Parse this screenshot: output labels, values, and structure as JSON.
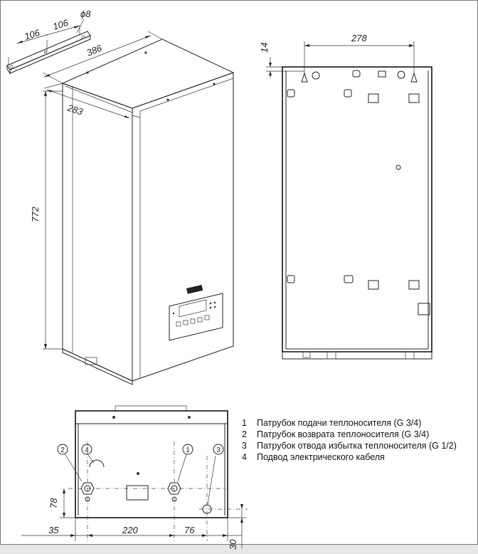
{
  "dimensions": {
    "bracket_spacing_1": "106",
    "bracket_spacing_2": "106",
    "bracket_hole_diameter": "ϕ8",
    "width": "386",
    "depth": "283",
    "height": "772",
    "mount_hole_spacing": "278",
    "mount_offset": "14",
    "bottom_height": "78",
    "left_offset": "35",
    "pipe_spacing": "220",
    "drain_offset": "76",
    "drain_height": "30"
  },
  "callouts": [
    "1",
    "2",
    "3",
    "4"
  ],
  "legend": [
    {
      "num": "1",
      "text": "Патрубок подачи теплоносителя (G 3/4)"
    },
    {
      "num": "2",
      "text": "Патрубок возврата теплоносителя (G 3/4)"
    },
    {
      "num": "3",
      "text": "Патрубок отвода избытка теплоносителя (G 1/2)"
    },
    {
      "num": "4",
      "text": "Подвод электрического кабеля"
    }
  ]
}
